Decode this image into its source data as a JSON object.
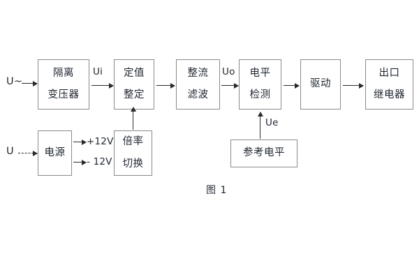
{
  "diagram": {
    "caption": "图 1",
    "blocks": [
      {
        "id": "isolation-transformer",
        "lines": [
          "隔离",
          "变压器"
        ]
      },
      {
        "id": "setting-value",
        "lines": [
          "定值",
          "整定"
        ]
      },
      {
        "id": "rectify-filter",
        "lines": [
          "整流",
          "滤波"
        ]
      },
      {
        "id": "level-detect",
        "lines": [
          "电平",
          "检测"
        ]
      },
      {
        "id": "drive",
        "lines": [
          "驱动"
        ]
      },
      {
        "id": "output-relay",
        "lines": [
          "出口",
          "继电器"
        ]
      },
      {
        "id": "power-supply",
        "lines": [
          "电源"
        ]
      },
      {
        "id": "ratio-switch",
        "lines": [
          "倍率",
          "切换"
        ]
      },
      {
        "id": "reference-level",
        "lines": [
          "参考电平"
        ]
      }
    ],
    "signals": {
      "input_ac": "U~",
      "input_dc": "U",
      "ui": "Ui",
      "uo": "Uo",
      "ue": "Ue",
      "rail_positive": "+12V",
      "rail_negative": "- 12V"
    },
    "colors": {
      "box_border": "#8a8a8a",
      "arrow": "#2a2a2a",
      "text": "#1f2630",
      "background": "#ffffff"
    }
  }
}
